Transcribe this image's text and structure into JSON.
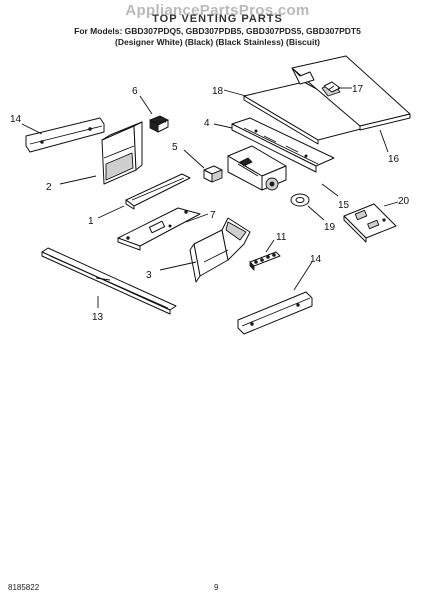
{
  "header": {
    "watermark": "AppliancePartsPros.com",
    "title": "TOP VENTING PARTS",
    "models": "For Models: GBD307PDQ5, GBD307PDB5, GBD307PDS5, GBD307PDT5",
    "variants": "(Designer White)   (Black)   (Black Stainless)   (Biscuit)"
  },
  "callouts": [
    "14",
    "2",
    "6",
    "1",
    "7",
    "3",
    "13",
    "18",
    "17",
    "4",
    "5",
    "16",
    "15",
    "20",
    "19",
    "11",
    "14"
  ],
  "footer": {
    "doc_number": "8185822",
    "page_number": "9"
  }
}
